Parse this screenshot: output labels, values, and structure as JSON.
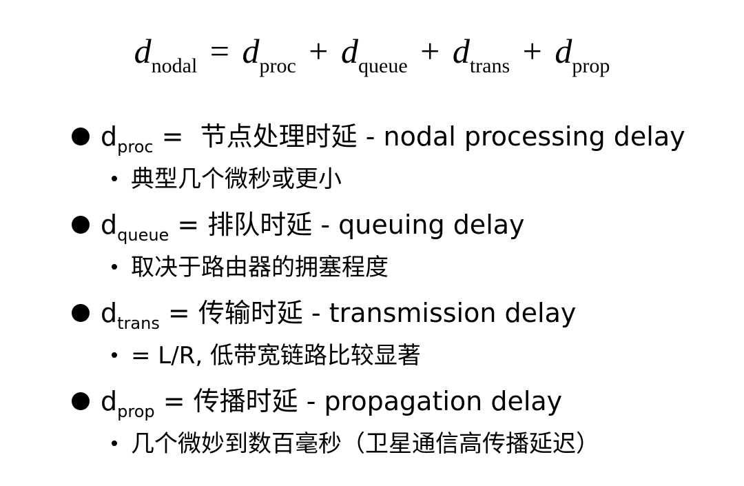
{
  "formula": {
    "lhs_var": "d",
    "lhs_sub": "nodal",
    "eq": "=",
    "terms": [
      {
        "var": "d",
        "sub": "proc"
      },
      {
        "var": "d",
        "sub": "queue"
      },
      {
        "var": "d",
        "sub": "trans"
      },
      {
        "var": "d",
        "sub": "prop"
      }
    ],
    "plus": "+"
  },
  "bullets": [
    {
      "d": "d",
      "sub": "proc",
      "rest": " =  节点处理时延 - nodal processing delay",
      "detail": "典型几个微秒或更小"
    },
    {
      "d": "d",
      "sub": "queue",
      "rest": " = 排队时延 - queuing delay",
      "detail": "取决于路由器的拥塞程度"
    },
    {
      "d": "d",
      "sub": "trans",
      "rest": " = 传输时延 - transmission delay",
      "detail": "= L/R, 低带宽链路比较显著"
    },
    {
      "d": "d",
      "sub": "prop",
      "rest": " = 传播时延 - propagation delay",
      "detail": "几个微妙到数百毫秒（卫星通信高传播延迟）"
    }
  ]
}
